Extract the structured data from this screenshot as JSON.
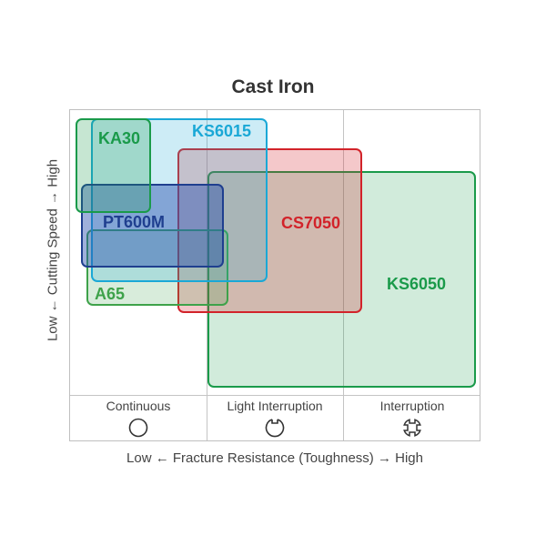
{
  "title": "Cast Iron",
  "axes": {
    "y_label": "Low ← Cutting Speed → High",
    "x_label": "Low ← Fracture Resistance (Toughness) → High"
  },
  "categories": [
    {
      "label": "Continuous",
      "icon": "circle-icon"
    },
    {
      "label": "Light Interruption",
      "icon": "notched-circle-icon"
    },
    {
      "label": "Interruption",
      "icon": "cross-slot-icon"
    }
  ],
  "grades": [
    {
      "name": "KS6050",
      "color": "#1a9a4a",
      "fill": "#1a9a4a"
    },
    {
      "name": "CS7050",
      "color": "#d2232a",
      "fill": "#d2232a"
    },
    {
      "name": "A65",
      "color": "#3ea24a",
      "fill": "#3ea24a"
    },
    {
      "name": "KS6015",
      "color": "#1aa8d6",
      "fill": "#1aa8d6"
    },
    {
      "name": "PT600M",
      "color": "#1f3f8f",
      "fill": "#2b4fb0"
    },
    {
      "name": "KA30",
      "color": "#1a9a4a",
      "fill": "#1a9a4a"
    }
  ],
  "colors": {
    "gridline": "#c4c4c4",
    "border": "#bfbfbf",
    "text": "#444444"
  }
}
